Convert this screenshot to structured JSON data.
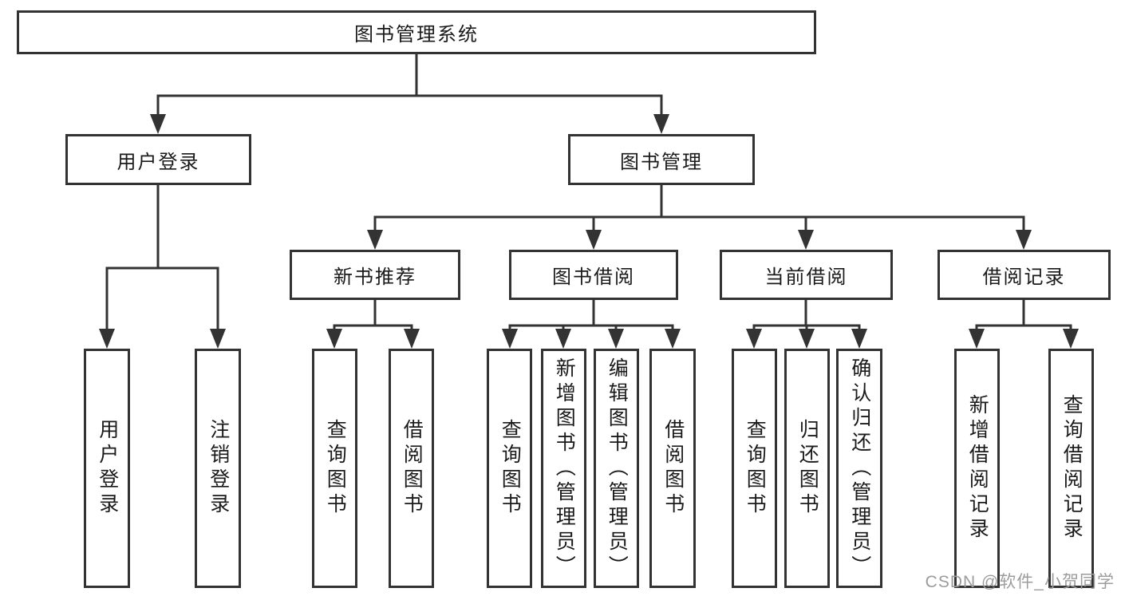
{
  "tree": {
    "root": "图书管理系统",
    "level2": [
      {
        "label": "用户登录"
      },
      {
        "label": "图书管理"
      }
    ],
    "level3": [
      {
        "label": "新书推荐"
      },
      {
        "label": "图书借阅"
      },
      {
        "label": "当前借阅"
      },
      {
        "label": "借阅记录"
      }
    ],
    "leaves": {
      "user_login": [
        "用户登录",
        "注销登录"
      ],
      "new_books": [
        "查询图书",
        "借阅图书"
      ],
      "book_borrow": [
        "查询图书",
        "新增图书（管理员）",
        "编辑图书（管理员）",
        "借阅图书"
      ],
      "current_borrow": [
        "查询图书",
        "归还图书",
        "确认归还（管理员）"
      ],
      "borrow_records": [
        "新增借阅记录",
        "查询借阅记录"
      ]
    }
  },
  "watermark": "CSDN @软件_小贺同学",
  "colors": {
    "line": "#333333",
    "text": "#1a1a1a",
    "watermark": "#9c9c9c",
    "background": "#ffffff"
  }
}
